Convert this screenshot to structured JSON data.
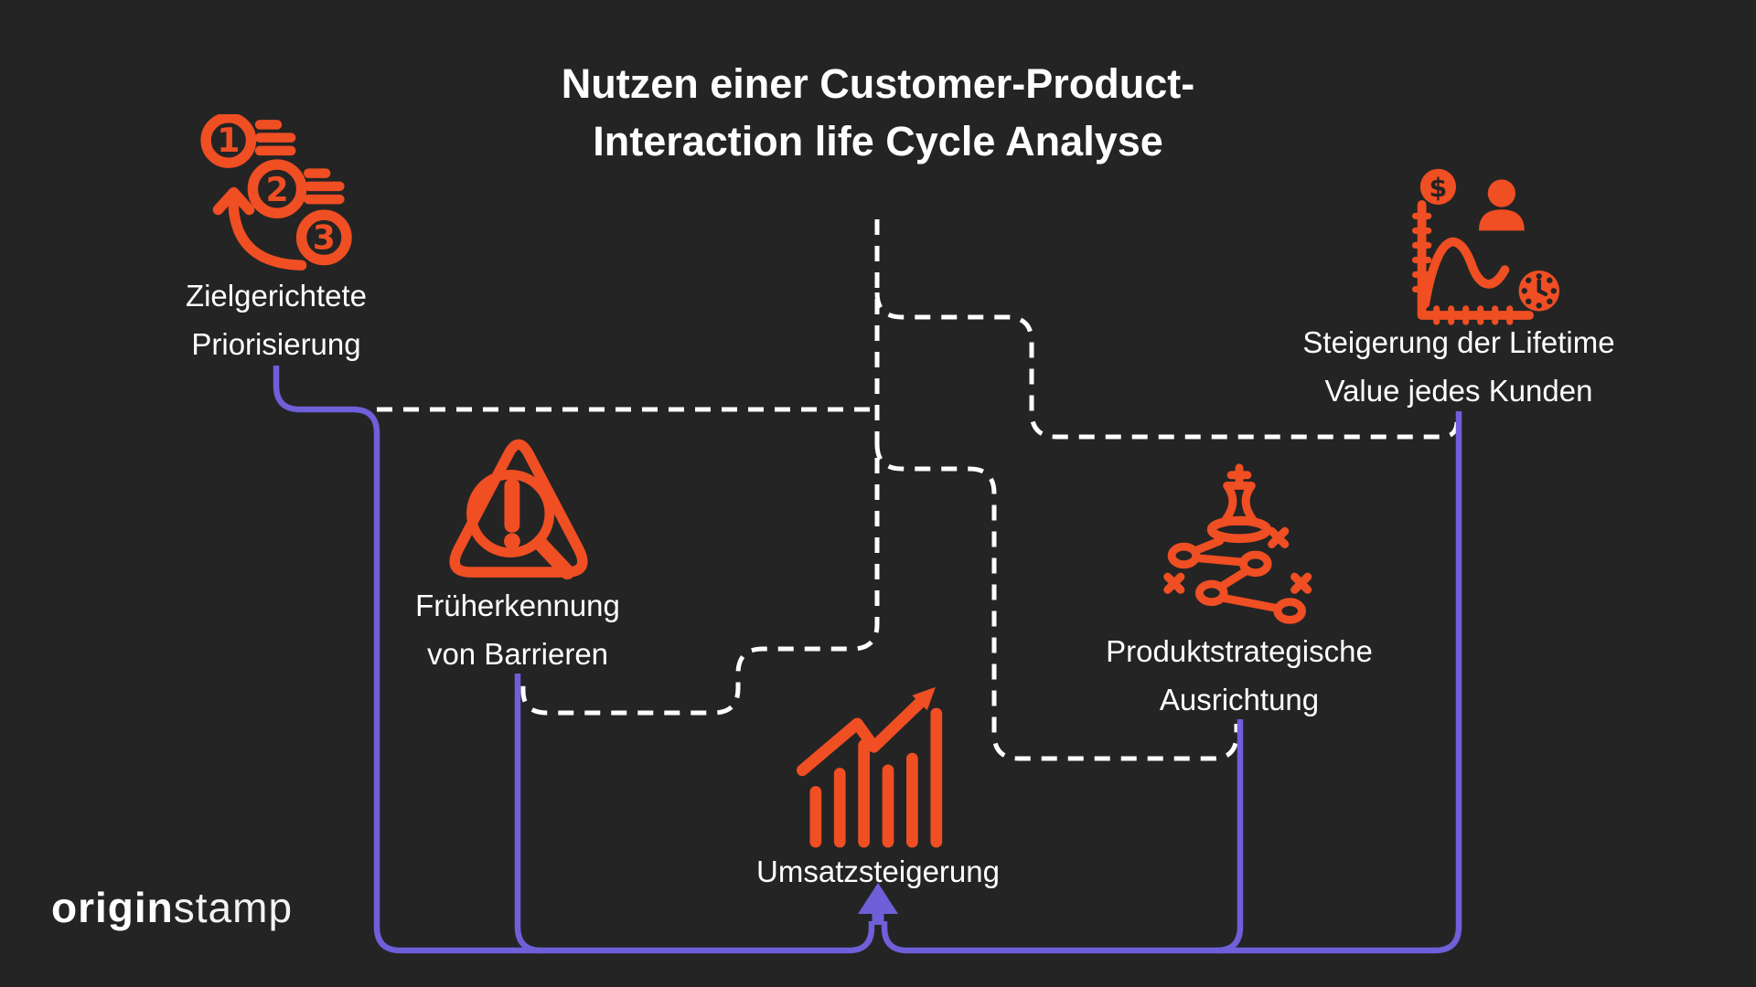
{
  "title": {
    "line1": "Nutzen einer Customer-Product-",
    "line2": "Interaction life Cycle Analyse"
  },
  "benefits": [
    {
      "id": "zielgerichtete-priorisierung",
      "icon": "numbered-priority-steps-icon",
      "icon_numbers": [
        "1",
        "2",
        "3"
      ],
      "label_lines": [
        "Zielgerichtete",
        "Priorisierung"
      ]
    },
    {
      "id": "frueherkennung-von-barrieren",
      "icon": "warning-triangle-magnifier-icon",
      "label_lines": [
        "Früherkennung",
        "von Barrieren"
      ]
    },
    {
      "id": "umsatzsteigerung",
      "icon": "bar-chart-growth-arrow-icon",
      "label_lines": [
        "Umsatzsteigerung"
      ]
    },
    {
      "id": "produktstrategische-ausrichtung",
      "icon": "chess-strategy-plan-icon",
      "label_lines": [
        "Produktstrategische",
        "Ausrichtung"
      ]
    },
    {
      "id": "steigerung-lifetime-value",
      "icon": "lifetime-value-curve-icon",
      "icon_dollar": "$",
      "label_lines": [
        "Steigerung der Lifetime",
        "Value jedes Kunden"
      ]
    }
  ],
  "logo": {
    "bold": "origin",
    "light": "stamp"
  },
  "colors": {
    "background": "#242424",
    "accent_orange": "#F04E23",
    "accent_purple": "#6F5FD8",
    "text": "#FFFFFF"
  }
}
